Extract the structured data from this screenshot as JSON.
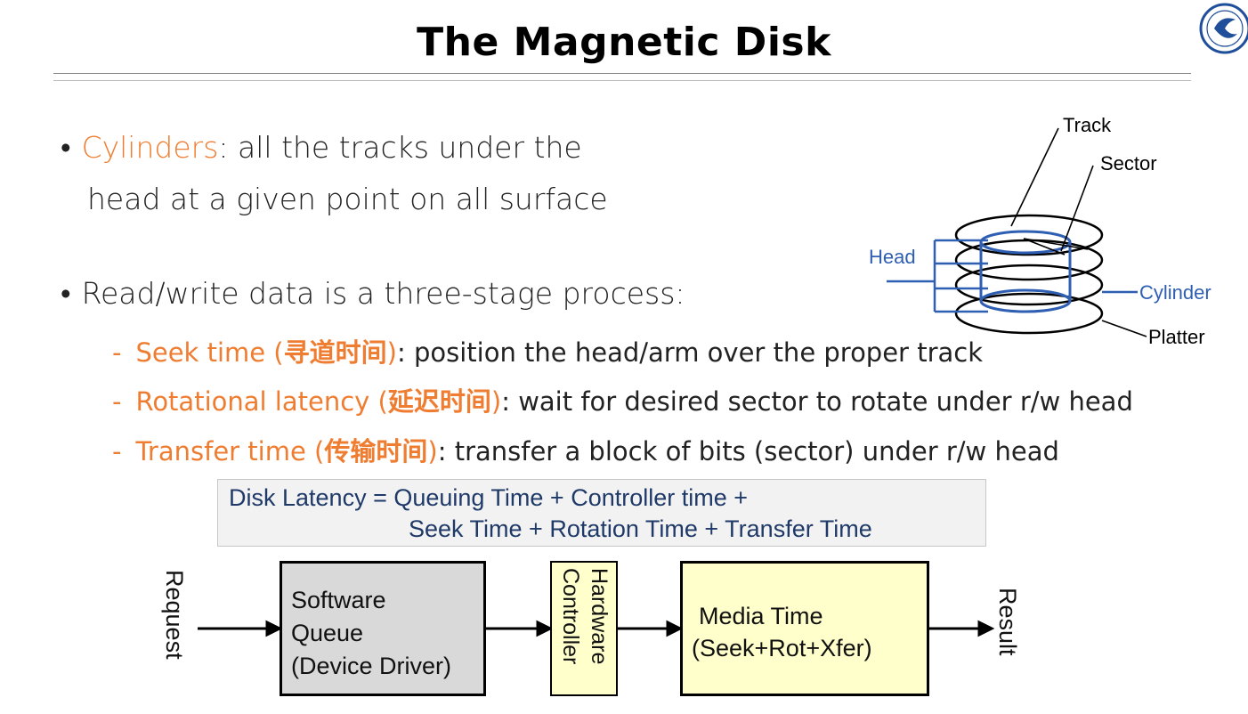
{
  "slide": {
    "title": "The Magnetic Disk"
  },
  "bullets": {
    "b1_highlight": "Cylinders",
    "b1_rest_line1": ": all the tracks under the",
    "b1_line2": "head at a given point on all surface",
    "b2_text": "Read/write data is a three-stage process:",
    "bullet_char": "•"
  },
  "subitems": [
    {
      "dash": "-",
      "label": "Seek time (",
      "cn": "寻道时间",
      "close": ")",
      "desc": ": position the head/arm over the proper track"
    },
    {
      "dash": "-",
      "label": "Rotational latency (",
      "cn": "延迟时间",
      "close": ")",
      "desc": ": wait for desired sector to rotate under r/w head"
    },
    {
      "dash": "-",
      "label": "Transfer time (",
      "cn": "传输时间",
      "close": ")",
      "desc": ": transfer a block of bits (sector) under r/w head"
    }
  ],
  "disk_diagram": {
    "track": "Track",
    "sector": "Sector",
    "head": "Head",
    "cylinder": "Cylinder",
    "platter": "Platter"
  },
  "formula": {
    "line1": "Disk Latency = Queuing Time + Controller time +",
    "line2": "Seek Time + Rotation Time + Transfer Time"
  },
  "pipeline": {
    "request": "Request",
    "software_l1": "Software",
    "software_l2": "Queue",
    "software_l3": "(Device Driver)",
    "hw_l1": "Hardware",
    "hw_l2": "Controller",
    "media_l1": "Media Time",
    "media_l2": "(Seek+Rot+Xfer)",
    "result": "Result"
  },
  "colors": {
    "accent_orange": "#ef7d31",
    "diagram_blue": "#2f5fb3",
    "formula_text": "#1f3a68",
    "software_fill": "#d9d9d9",
    "media_fill": "#ffffcc"
  }
}
